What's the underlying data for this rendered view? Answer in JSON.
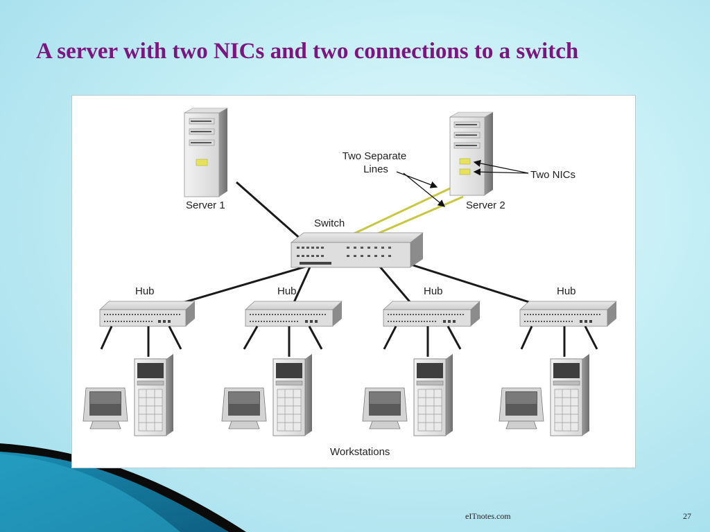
{
  "slide": {
    "title": "A server with two NICs and two connections to a switch",
    "footer_source": "eITnotes.com",
    "page_number": "27"
  },
  "diagram": {
    "server1_label": "Server 1",
    "server2_label": "Server 2",
    "switch_label": "Switch",
    "hub_labels": [
      "Hub",
      "Hub",
      "Hub",
      "Hub"
    ],
    "annotation_lines": "Two Separate\nLines",
    "annotation_nics": "Two NICs",
    "workstations_label": "Workstations",
    "colors": {
      "cable": "#1a1a1a",
      "nic_cable": "#c8c840",
      "nic": "#e6e35a",
      "title": "#7b1680"
    }
  }
}
